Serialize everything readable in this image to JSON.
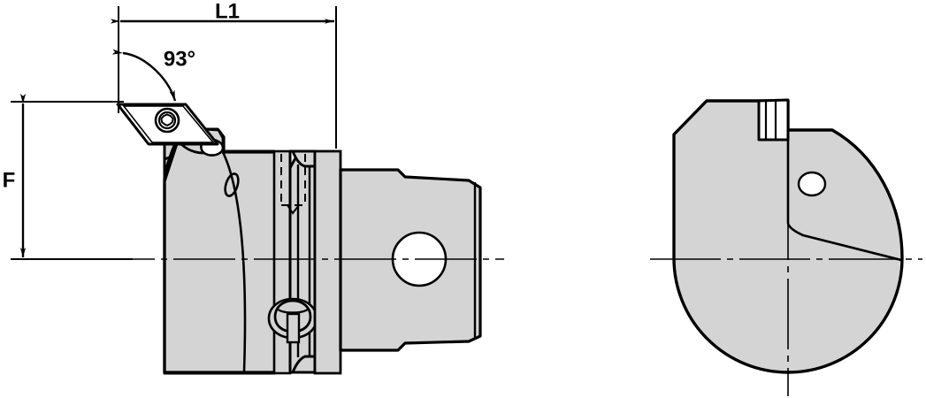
{
  "drawing": {
    "title": "Modular Turning Toolholder Cutting Unit",
    "type": "engineering-drawing",
    "views": [
      "side-view",
      "end-view"
    ],
    "background_color": "#ffffff",
    "line_color": "#000000",
    "body_fill_color": "#d4d4d4",
    "hole_fill_color": "#ffffff",
    "insert_fill_color": "#ffffff"
  },
  "dimensions": {
    "length_label": "L1",
    "height_label": "F",
    "lead_angle_label": "93°"
  },
  "annotations": {
    "length_label": "L1",
    "height_label": "F",
    "angle_label": "93°"
  },
  "side_view": {
    "name": "side-view",
    "insert_name": "v-type-rhombic-insert",
    "screw_name": "torx-clamp-screw",
    "coolant_hole_name": "coolant-outlet",
    "shank_name": "quick-change-shank",
    "through_hole_name": "shank-through-hole",
    "groove_name": "shank-locking-groove",
    "lock_name": "lock-ball-detail"
  },
  "end_view": {
    "name": "end-view",
    "outline_name": "end-view-outline",
    "insert_name": "end-view-insert",
    "hole_name": "end-view-hole"
  },
  "centerlines": {
    "horizontal_label": "centerline-horizontal",
    "vertical_label": "centerline-vertical"
  }
}
